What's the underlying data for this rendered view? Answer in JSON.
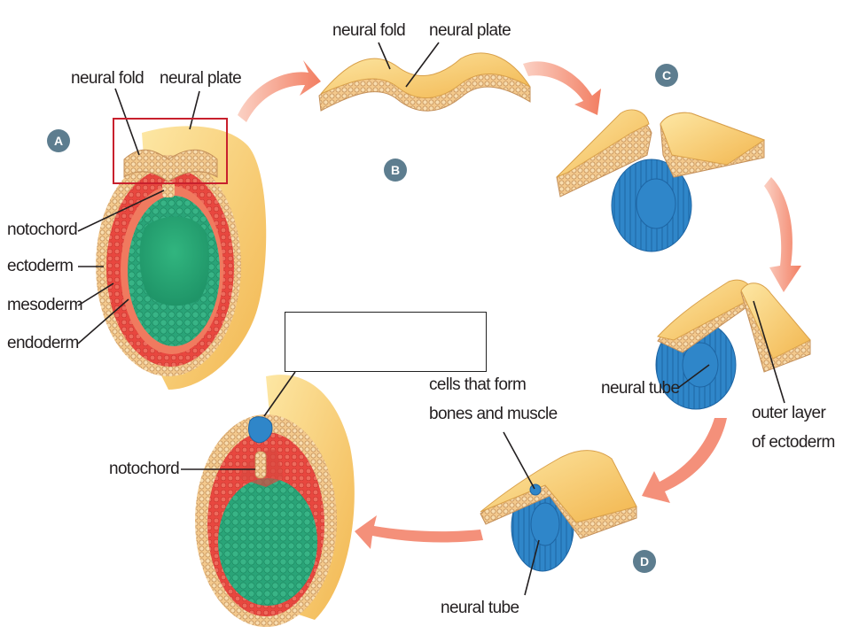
{
  "stages": {
    "a": {
      "badge": "A"
    },
    "b": {
      "badge": "B"
    },
    "c": {
      "badge": "C"
    },
    "d": {
      "badge": "D"
    }
  },
  "labels": {
    "a_neural_fold": "neural fold",
    "a_neural_plate": "neural plate",
    "a_notochord": "notochord",
    "a_ectoderm": "ectoderm",
    "a_mesoderm": "mesoderm",
    "a_endoderm": "endoderm",
    "b_neural_fold": "neural fold",
    "b_neural_plate": "neural plate",
    "c2_neural_tube": "neural tube",
    "c2_outer_layer_1": "outer layer",
    "c2_outer_layer_2": "of ectoderm",
    "d_cells_1": "cells that form",
    "d_cells_2": "bones and muscle",
    "d_neural_tube": "neural tube",
    "final_notochord": "notochord"
  },
  "colors": {
    "ectoderm": "#f9d27a",
    "ectoderm_dark": "#e8a945",
    "cell_border": "#c89a5a",
    "mesoderm": "#e8473f",
    "endoderm": "#2aa478",
    "endoderm_light": "#3fbf87",
    "neural_tube": "#2f86c9",
    "neural_tube_dark": "#1f67a6",
    "arrow": "#f4907a",
    "highlight_box": "#c8202d"
  }
}
